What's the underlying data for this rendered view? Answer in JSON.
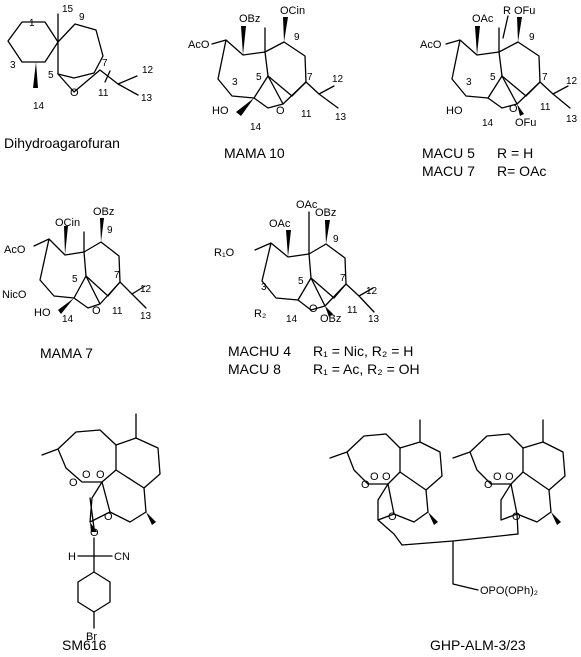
{
  "compounds": {
    "dihydroagarofuran": {
      "caption": "Dihydroagarofuran",
      "labels": {
        "o": "O",
        "n15": "15",
        "n1": "1",
        "n9": "9",
        "n3": "3",
        "n5": "5",
        "n7": "7",
        "n12": "12",
        "n11": "11",
        "n13": "13",
        "n14": "14"
      }
    },
    "mama10": {
      "caption": "MAMA 10",
      "labels": {
        "obz": "OBz",
        "ocin": "OCin",
        "aco": "AcO",
        "n9": "9",
        "n3": "3",
        "n5": "5",
        "n7": "7",
        "n12": "12",
        "ho": "HO",
        "o": "O",
        "n11": "11",
        "n13": "13",
        "n14": "14"
      }
    },
    "macu5": {
      "caption1": "MACU 5",
      "caption1r": "R = H",
      "caption2": "MACU 7",
      "caption2r": "R= OAc",
      "labels": {
        "oac": "OAc",
        "r": "R",
        "ofu": "OFu",
        "aco": "AcO",
        "n9": "9",
        "n3": "3",
        "n5": "5",
        "n7": "7",
        "n12": "12",
        "ho": "HO",
        "o": "O",
        "n11": "11",
        "n13": "13",
        "n14": "14",
        "ofu2": "OFu"
      }
    },
    "mama7": {
      "caption": "MAMA 7",
      "labels": {
        "ocin": "OCin",
        "obz": "OBz",
        "aco": "AcO",
        "n9": "9",
        "n7": "7",
        "n5": "5",
        "n12": "12",
        "nico": "NicO",
        "ho": "HO",
        "o": "O",
        "n11": "11",
        "n14": "14",
        "n13": "13"
      }
    },
    "machu4": {
      "caption1": "MACHU 4",
      "caption1r": "R₁ = Nic, R₂ = H",
      "caption2": "MACU 8",
      "caption2r": "R₁ = Ac, R₂ = OH",
      "labels": {
        "oac_top": "OAc",
        "oac": "OAc",
        "obz": "OBz",
        "r1o": "R₁O",
        "n9": "9",
        "n3": "3",
        "n7": "7",
        "n5": "5",
        "n12": "12",
        "r2": "R₂",
        "o": "O",
        "n14": "14",
        "obz2": "OBz",
        "n11": "11",
        "n13": "13"
      }
    },
    "sm616": {
      "caption": "SM616",
      "labels": {
        "o1": "O",
        "o2": "O",
        "o3": "O",
        "o4": "O",
        "o5": "O",
        "h": "H",
        "cn": "CN",
        "br": "Br"
      }
    },
    "ghp": {
      "caption": "GHP-ALM-3/23",
      "labels": {
        "o1": "O",
        "o2": "O",
        "o3": "O",
        "o4": "O",
        "o5": "O",
        "o6": "O",
        "o7": "O",
        "o8": "O",
        "opo": "OPO(OPh)₂"
      }
    }
  }
}
